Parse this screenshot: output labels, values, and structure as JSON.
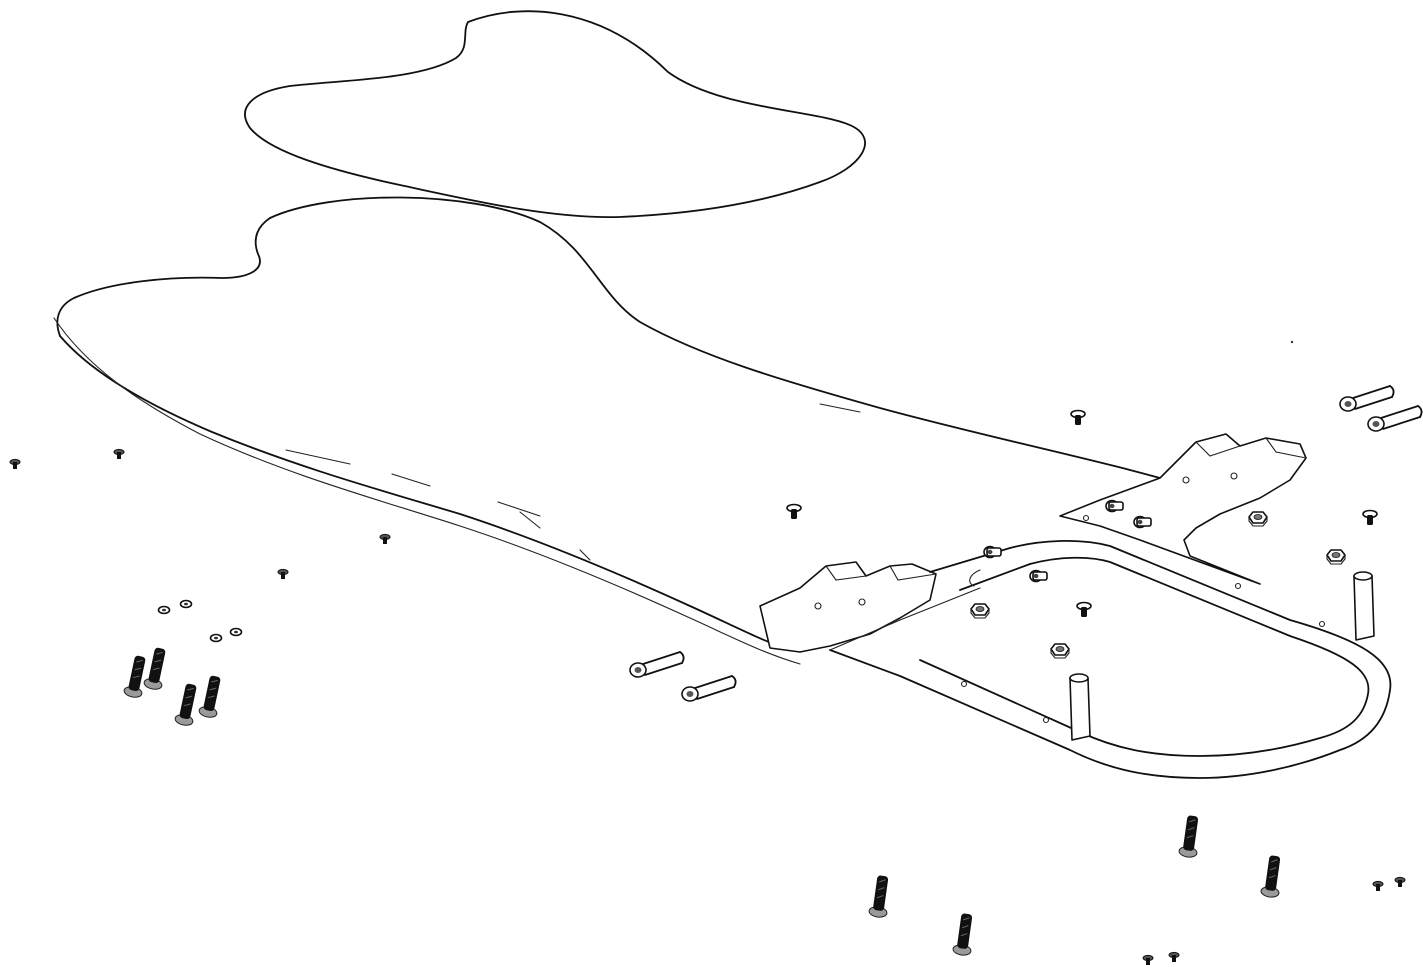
{
  "diagram": {
    "parts": [
      "seat-pad",
      "seat-shell",
      "frame",
      "mounting-bracket-left",
      "mounting-bracket-right",
      "hex-bolts",
      "socket-cap-screws",
      "small-screws",
      "hex-nuts",
      "washers",
      "shoulder-bolts"
    ],
    "colors": {
      "line": "#111111",
      "background": "#ffffff"
    }
  }
}
